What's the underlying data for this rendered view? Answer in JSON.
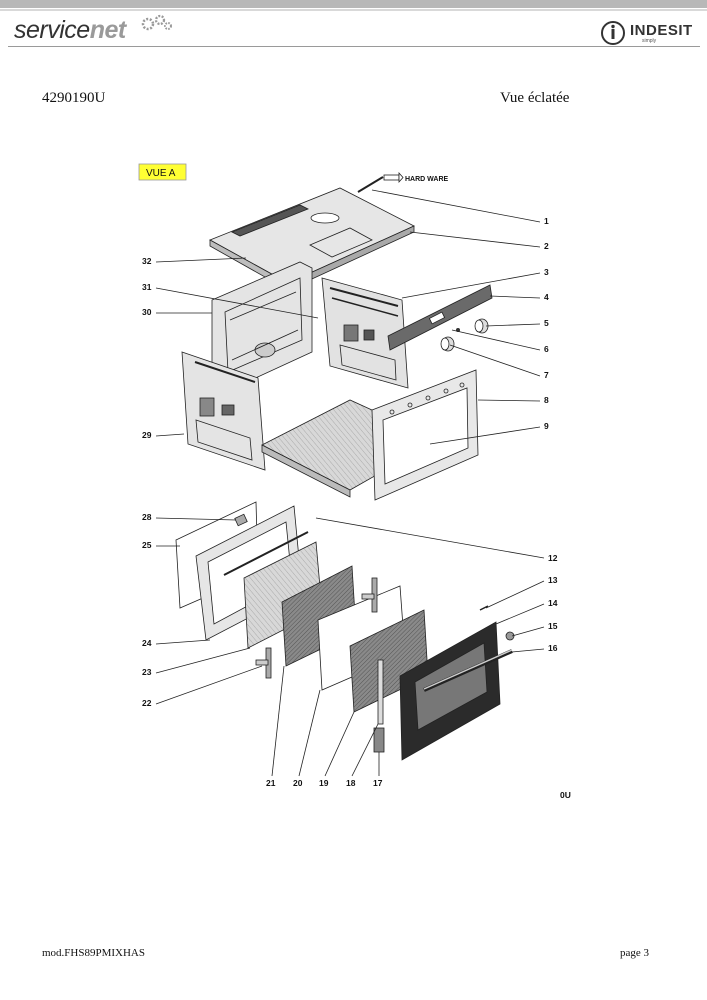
{
  "header": {
    "brand_main": "service",
    "brand_accent": "net",
    "logo_text": "INDESIT",
    "logo_sub": "simply"
  },
  "document": {
    "id": "4290190U",
    "view": "Vue éclatée",
    "model": "mod.FHS89PMIXHAS",
    "page": "page 3"
  },
  "diagram": {
    "view_label": "VUE A",
    "hardware_label": "HARD WARE",
    "corner_code": "0U",
    "part_numbers": [
      "1",
      "2",
      "3",
      "4",
      "5",
      "6",
      "7",
      "8",
      "9",
      "12",
      "13",
      "14",
      "15",
      "16",
      "17",
      "18",
      "19",
      "20",
      "21",
      "22",
      "23",
      "24",
      "25",
      "28",
      "29",
      "30",
      "31",
      "32"
    ]
  },
  "colors": {
    "view_label_bg": "#ffff33",
    "door_panel": "#2b2b2b",
    "glass_hatch": "#7a7a7a"
  }
}
